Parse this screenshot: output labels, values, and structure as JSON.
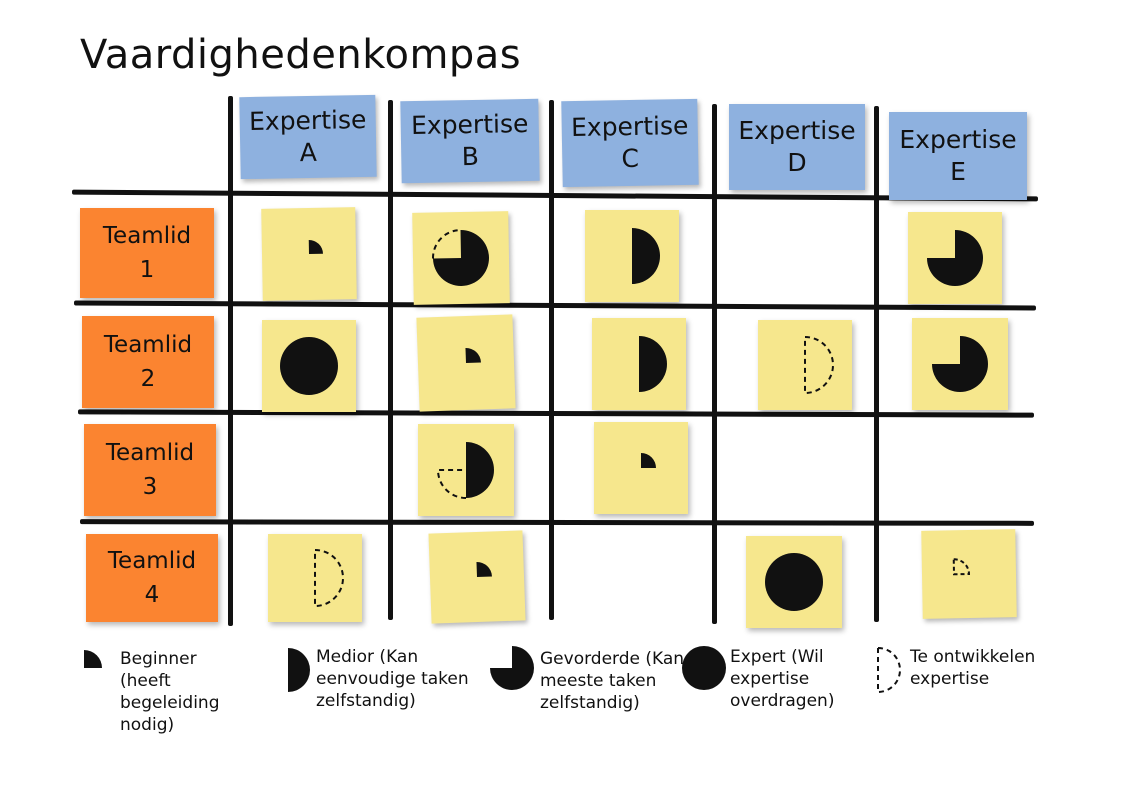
{
  "title": "Vaardighedenkompas",
  "columns": [
    {
      "line1": "Expertise",
      "line2": "A"
    },
    {
      "line1": "Expertise",
      "line2": "B"
    },
    {
      "line1": "Expertise",
      "line2": "C"
    },
    {
      "line1": "Expertise",
      "line2": "D"
    },
    {
      "line1": "Expertise",
      "line2": "E"
    }
  ],
  "rows": [
    {
      "line1": "Teamlid",
      "line2": "1"
    },
    {
      "line1": "Teamlid",
      "line2": "2"
    },
    {
      "line1": "Teamlid",
      "line2": "3"
    },
    {
      "line1": "Teamlid",
      "line2": "4"
    }
  ],
  "grid": [
    [
      "beginner",
      "gevorderde-plus-ontwikkelen",
      "medior",
      null,
      "gevorderde"
    ],
    [
      "expert",
      "beginner",
      "medior",
      "ontwikkelen-medior",
      "gevorderde"
    ],
    [
      null,
      "medior-plus-ontwikkelen",
      "beginner",
      null,
      null
    ],
    [
      "ontwikkelen-medior",
      "beginner",
      null,
      "expert",
      "ontwikkelen-beginner"
    ]
  ],
  "legend": [
    {
      "icon": "beginner",
      "label": "Beginner (heeft begeleiding nodig)"
    },
    {
      "icon": "medior",
      "label": "Medior (Kan eenvoudige taken zelfstandig)"
    },
    {
      "icon": "gevorderde",
      "label": "Gevorderde (Kan meeste taken zelfstandig)"
    },
    {
      "icon": "expert",
      "label": "Expert (Wil expertise overdragen)"
    },
    {
      "icon": "ontwikkelen",
      "label": "Te ontwikkelen expertise"
    }
  ],
  "colors": {
    "header_note": "#8eb1df",
    "row_note": "#fb8430",
    "cell_note": "#f6e78d",
    "ink": "#111111"
  }
}
